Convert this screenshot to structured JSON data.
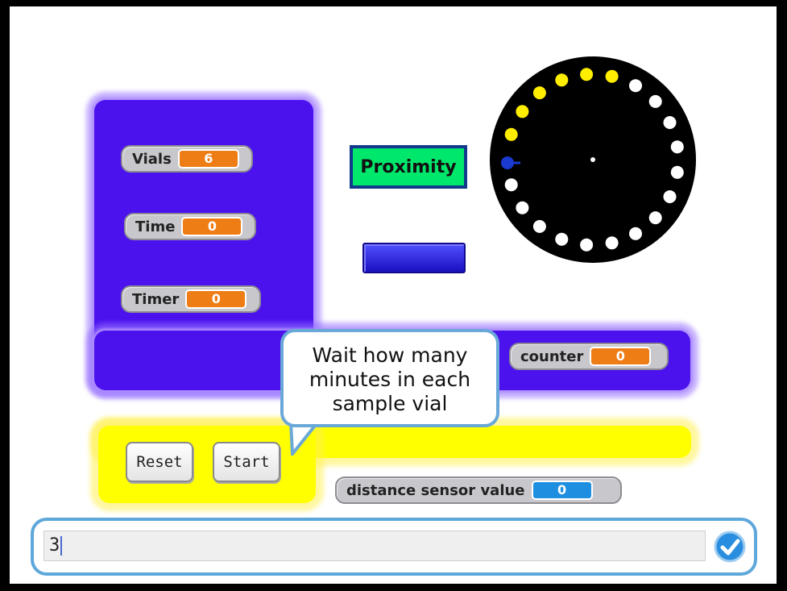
{
  "watchers": {
    "vials": {
      "label": "Vials",
      "value": "6"
    },
    "time": {
      "label": "Time",
      "value": "0"
    },
    "timer": {
      "label": "Timer",
      "value": "0"
    },
    "counter": {
      "label": "counter",
      "value": "0"
    },
    "distance": {
      "label": "distance sensor value",
      "value": "0"
    }
  },
  "proximity_label": "Proximity",
  "buttons": {
    "reset": "Reset",
    "start": "Start"
  },
  "speech_bubble": {
    "lines": [
      "Wait how many",
      "minutes in each",
      "sample vial"
    ]
  },
  "answer": {
    "value": "3"
  },
  "dial": {
    "total_dots": 20,
    "yellow_dots": 6,
    "pointer": "blue-dot"
  },
  "colors": {
    "panel_blue": "#4b12ee",
    "panel_yellow": "#ffff00",
    "watcher_orange": "#ee7d16",
    "watcher_blue": "#1e8fe0",
    "proximity_green": "#00e86c",
    "dot_yellow": "#ffee00",
    "dot_white": "#ffffff"
  },
  "icons": {
    "submit": "checkmark-icon"
  }
}
